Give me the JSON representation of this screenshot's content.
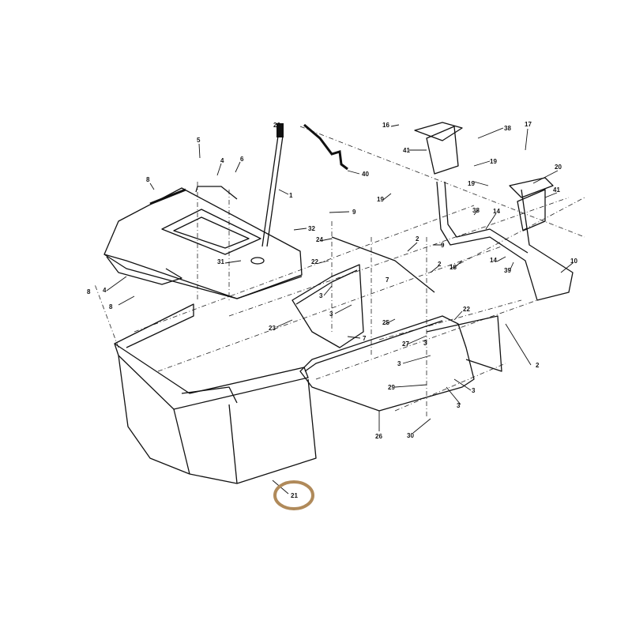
{
  "labels": [
    "26",
    "40",
    "1",
    "5",
    "4",
    "6",
    "8",
    "9",
    "32",
    "24",
    "31",
    "22",
    "8",
    "4",
    "8",
    "3",
    "3",
    "23",
    "7",
    "25",
    "22",
    "27",
    "3",
    "3",
    "2",
    "29",
    "3",
    "3",
    "26",
    "30",
    "21",
    "16",
    "38",
    "17",
    "41",
    "19",
    "19",
    "20",
    "41",
    "19",
    "38",
    "14",
    "9",
    "2",
    "2",
    "7",
    "18",
    "14",
    "39",
    "10"
  ],
  "highlight": {
    "part_number_index": 30,
    "color": "#b08a5a"
  }
}
